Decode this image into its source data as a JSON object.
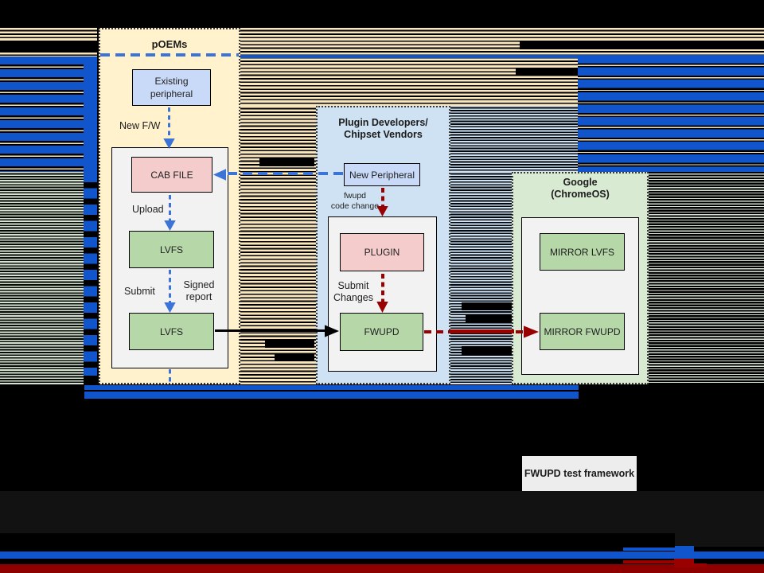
{
  "colors": {
    "bg": "#000000",
    "blue-bar": "#1155cc",
    "blue-dash": "#3b74d6",
    "dark-red": "#990000",
    "bottom-red": "#8e0000",
    "tan-stripe": "#f9e7bb",
    "cream-panel": "#fff2cc",
    "lightblue-panel": "#cfe2f3",
    "green-panel": "#d9ead3",
    "node-blue": "#c9daf8",
    "node-pink": "#f4cccc",
    "node-green": "#b6d7a8",
    "container-gray": "#f2f2f2",
    "framework-gray": "#ededed",
    "green-stripe": "#d7e3d2",
    "dark-band": "#121212"
  },
  "panels": {
    "poems": {
      "title": "pOEMs"
    },
    "plugin": {
      "title": [
        "Plugin Developers/",
        "Chipset Vendors"
      ]
    },
    "google": {
      "title": [
        "Google",
        "(ChromeOS)"
      ]
    }
  },
  "nodes": {
    "existing_peripheral": [
      "Existing",
      "peripheral"
    ],
    "cab_file": "CAB FILE",
    "lvfs_upload": "LVFS",
    "lvfs_submit": "LVFS",
    "new_peripheral": "New Peripheral",
    "plugin": "PLUGIN",
    "fwupd": "FWUPD",
    "mirror_lvfs": "MIRROR LVFS",
    "mirror_fwupd": "MIRROR FWUPD",
    "fwupd_test_framework": "FWUPD test framework"
  },
  "labels": {
    "new_fw": "New F/W",
    "upload": "Upload",
    "submit": "Submit",
    "signed_report": [
      "Signed",
      "report"
    ],
    "fwupd_code_change": [
      "fwupd",
      "code change"
    ],
    "submit_changes": [
      "Submit",
      "Changes"
    ]
  }
}
